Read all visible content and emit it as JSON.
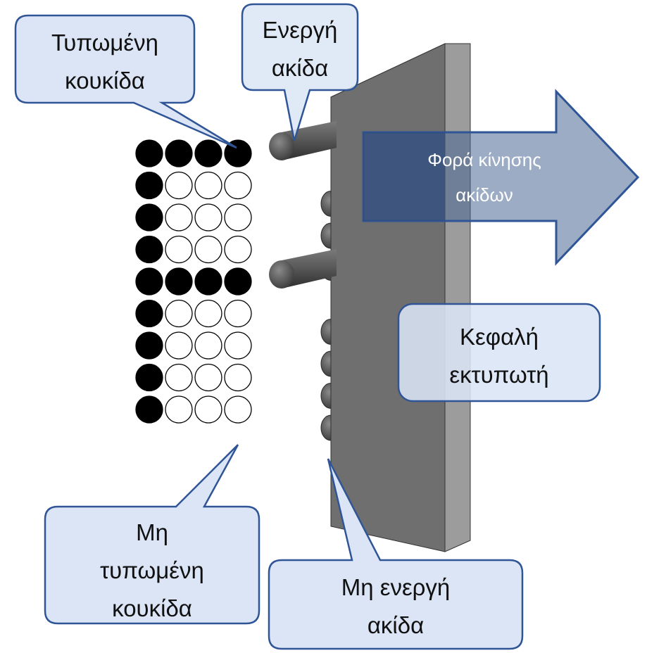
{
  "labels": {
    "printed_dot": [
      "Τυπωμένη",
      "κουκίδα"
    ],
    "active_pin": [
      "Ενεργή",
      "ακίδα"
    ],
    "motion_direction": [
      "Φορά κίνησης",
      "ακίδων"
    ],
    "printer_head": [
      "Κεφαλή",
      "εκτυπωτή"
    ],
    "unprinted_dot": [
      "Μη",
      "τυπωμένη",
      "κουκίδα"
    ],
    "inactive_pin": [
      "Μη ενεργή",
      "ακίδα"
    ]
  },
  "dot_matrix": {
    "rows": 9,
    "cols": 4,
    "filled": [
      [
        1,
        1,
        1,
        1
      ],
      [
        1,
        0,
        0,
        0
      ],
      [
        1,
        0,
        0,
        0
      ],
      [
        1,
        0,
        0,
        0
      ],
      [
        1,
        1,
        1,
        1
      ],
      [
        1,
        0,
        0,
        0
      ],
      [
        1,
        0,
        0,
        0
      ],
      [
        1,
        0,
        0,
        0
      ],
      [
        1,
        0,
        0,
        0
      ]
    ]
  },
  "pins": {
    "count": 9,
    "active": [
      true,
      false,
      false,
      false,
      true,
      false,
      false,
      false,
      false
    ]
  },
  "colors": {
    "callout_fill": "#dbe5f5",
    "callout_stroke": "#2f5597",
    "arrow_fill": "#4a6896",
    "head_front": "#6e6e6e",
    "head_side": "#9a9a9a",
    "head_top": "#b4b4b4",
    "pin": "#555555",
    "dot": "#000000"
  }
}
